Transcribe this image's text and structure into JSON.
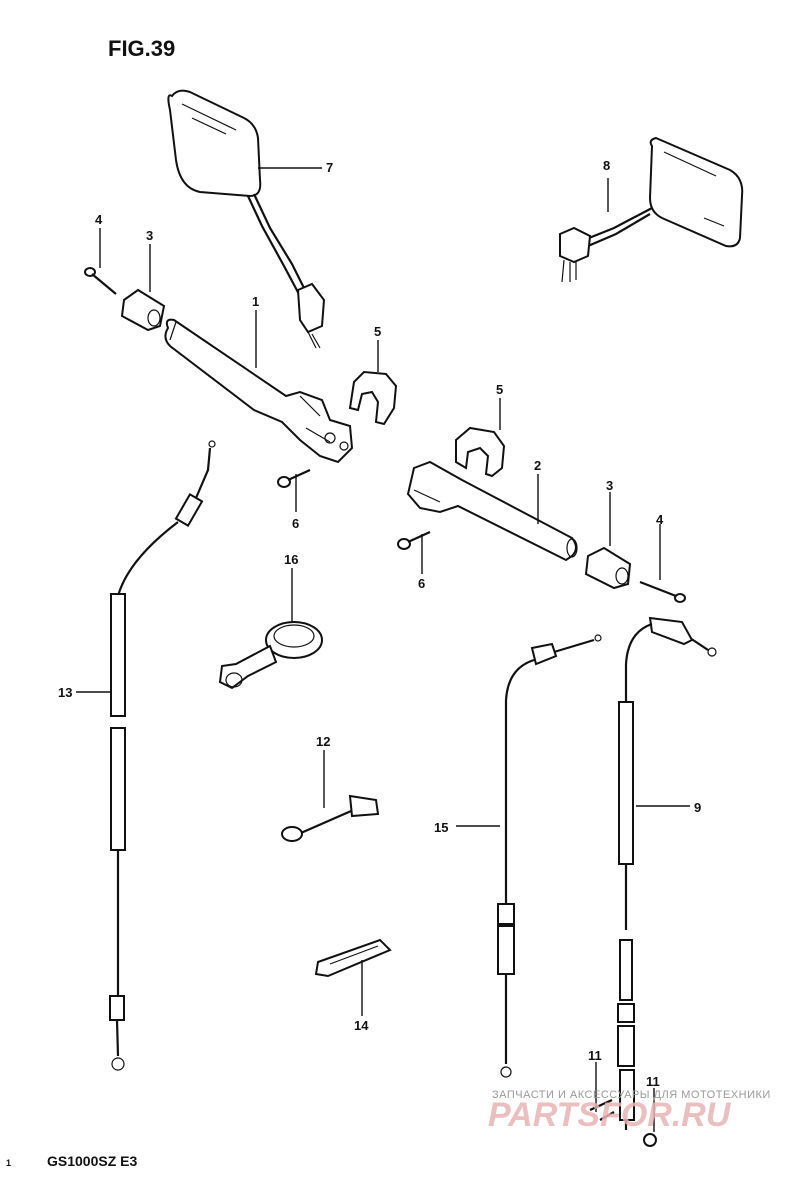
{
  "figure_title": "FIG.39",
  "model_code": "GS1000SZ E3",
  "watermark": {
    "top_text": "ЗАПЧАСТИ И АКСЕССУАРЫ ДЛЯ МОТОТЕХНИКИ",
    "brand_text": "PARTSFOR.RU"
  },
  "callouts": {
    "c1": "1",
    "c2": "2",
    "c3_left": "3",
    "c3_right": "3",
    "c4_left": "4",
    "c4_right": "4",
    "c5_left": "5",
    "c5_right": "5",
    "c6_left": "6",
    "c6_right": "6",
    "c7": "7",
    "c8": "8",
    "c9": "9",
    "c11": "11",
    "c11b": "11",
    "c12": "12",
    "c13": "13",
    "c14": "14",
    "c15": "15",
    "c16": "16"
  },
  "page_marks": {
    "corner_number": "1"
  }
}
